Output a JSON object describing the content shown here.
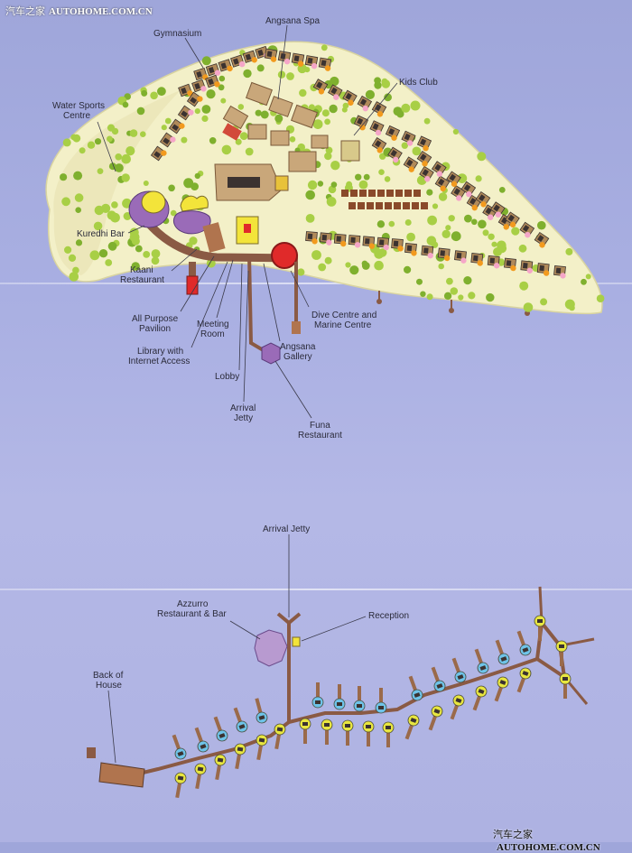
{
  "watermark_top": {
    "cn": "汽车之家",
    "en": "AUTOHOME.COM.CN"
  },
  "watermark_bottom": {
    "cn": "汽车之家",
    "en": "AUTOHOME.COM.CN"
  },
  "island_labels": {
    "gymnasium": "Gymnasium",
    "angsana_spa": "Angsana Spa",
    "kids_club": "Kids Club",
    "water_sports_1": "Water Sports",
    "water_sports_2": "Centre",
    "kuredhi_bar": "Kuredhi Bar",
    "kaani_1": "Kaani",
    "kaani_2": "Restaurant",
    "all_purpose_1": "All Purpose",
    "all_purpose_2": "Pavilion",
    "meeting_1": "Meeting",
    "meeting_2": "Room",
    "library_1": "Library with",
    "library_2": "Internet Access",
    "dive_1": "Dive Centre and",
    "dive_2": "Marine Centre",
    "gallery_1": "Angsana",
    "gallery_2": "Gallery",
    "lobby": "Lobby",
    "arrival_1": "Arrival",
    "arrival_2": "Jetty",
    "funa_1": "Funa",
    "funa_2": "Restaurant"
  },
  "lower_labels": {
    "arrival_jetty": "Arrival Jetty",
    "azzurro_1": "Azzurro",
    "azzurro_2": "Restaurant & Bar",
    "reception": "Reception",
    "back_1": "Back of",
    "back_2": "House"
  },
  "colors": {
    "island": "#f3f0c8",
    "beach_shadow": "#e6e1b0",
    "tree": "#a8cf45",
    "tree_dark": "#7fb02e",
    "villa_roof": "#b08a5a",
    "villa_dark": "#3b3230",
    "pool_orange": "#f29a1e",
    "pool_pink": "#f5a6c8",
    "path": "#8a5a44",
    "jetty": "#9a6a4a",
    "purple": "#9a6bb8",
    "yellow": "#f3e43a",
    "red": "#e02a2a",
    "water_villa_blue": "#6ec3e8",
    "water_villa_yellow": "#e8e640",
    "leader": "#3a3a4a"
  }
}
